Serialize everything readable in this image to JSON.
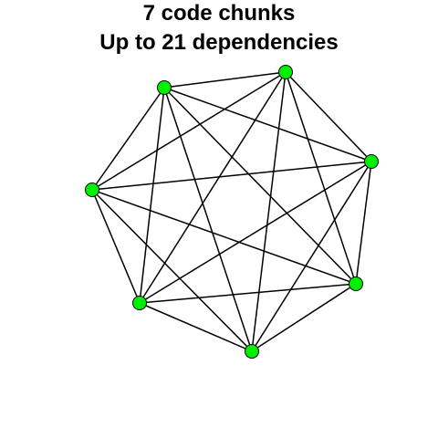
{
  "title": {
    "line1": "7 code chunks",
    "line2": "Up to 21 dependencies"
  },
  "graph": {
    "node_count": 7,
    "edge_count": 21,
    "complete": true,
    "node_color": "#00ee00",
    "node_outline": "#000000",
    "edge_color": "#000000"
  }
}
